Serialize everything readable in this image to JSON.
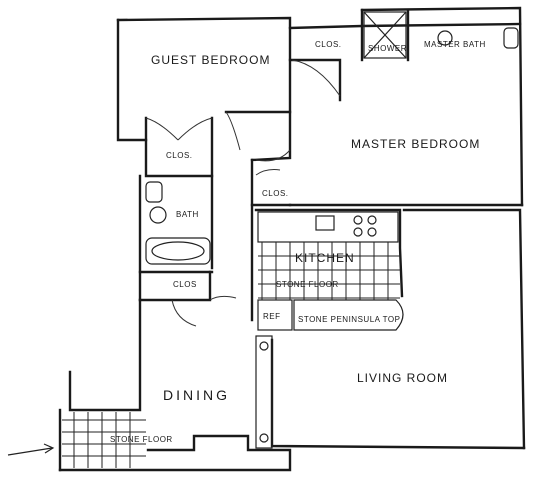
{
  "rooms": {
    "guest_bedroom": "GUEST BEDROOM",
    "closet_top": "CLOS.",
    "shower": "SHOWER",
    "master_bath": "MASTER BATH",
    "master_bedroom": "MASTER BEDROOM",
    "closet_guest": "CLOS.",
    "closet_master": "CLOS.",
    "bath": "BATH",
    "kitchen": "KITCHEN",
    "stone_floor_kitchen": "STONE FLOOR",
    "closet_hall": "CLOS",
    "ref": "REF",
    "stone_peninsula": "STONE PENINSULA TOP",
    "dining": "DINING",
    "living_room": "LIVING ROOM",
    "stone_floor_entry": "STONE FLOOR"
  }
}
